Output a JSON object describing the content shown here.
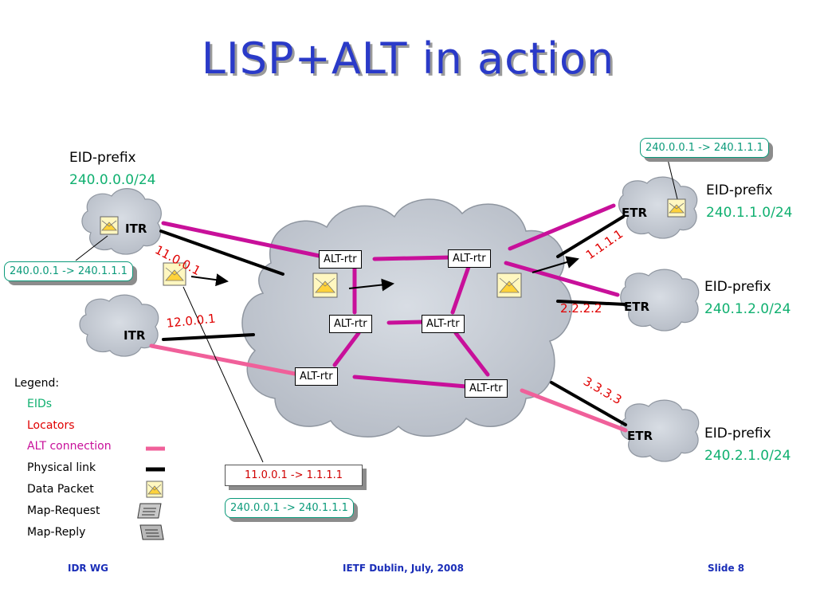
{
  "title": "LISP+ALT in action",
  "eid_prefixes": [
    {
      "label": "EID-prefix",
      "value": "240.0.0.0/24"
    },
    {
      "label": "EID-prefix",
      "value": "240.1.1.0/24"
    },
    {
      "label": "EID-prefix",
      "value": "240.1.2.0/24"
    },
    {
      "label": "EID-prefix",
      "value": "240.2.1.0/24"
    }
  ],
  "nodes": {
    "itr_top": "ITR",
    "itr_bottom": "ITR",
    "etr_1": "ETR",
    "etr_2": "ETR",
    "etr_3": "ETR"
  },
  "alt_routers": [
    "ALT-rtr",
    "ALT-rtr",
    "ALT-rtr",
    "ALT-rtr",
    "ALT-rtr",
    "ALT-rtr"
  ],
  "locators": {
    "itr_top": "11.0.0.1",
    "itr_bottom": "12.0.0.1",
    "etr_1": "1.1.1.1",
    "etr_2": "2.2.2.2",
    "etr_3": "3.3.3.3"
  },
  "packets": {
    "itr_side": "240.0.0.1 -> 240.1.1.1",
    "etr_side": "240.0.0.1 -> 240.1.1.1",
    "outer_header": "11.0.0.1 -> 1.1.1.1",
    "inner_header": "240.0.0.1 -> 240.1.1.1"
  },
  "legend": {
    "heading": "Legend:",
    "eids": "EIDs",
    "locators": "Locators",
    "alt_connection": "ALT connection",
    "physical_link": "Physical link",
    "data_packet": "Data Packet",
    "map_request": "Map-Request",
    "map_reply": "Map-Reply"
  },
  "colors": {
    "title": "#2a3ac8",
    "eid": "#10b070",
    "locator": "#e00000",
    "alt_connection": "#c8109a",
    "physical_link": "#000000",
    "legend_alt": "#c8109a",
    "footer": "#1a2eb8"
  },
  "footer": {
    "left": "IDR WG",
    "center": "IETF Dublin, July, 2008",
    "right": "Slide 8"
  }
}
